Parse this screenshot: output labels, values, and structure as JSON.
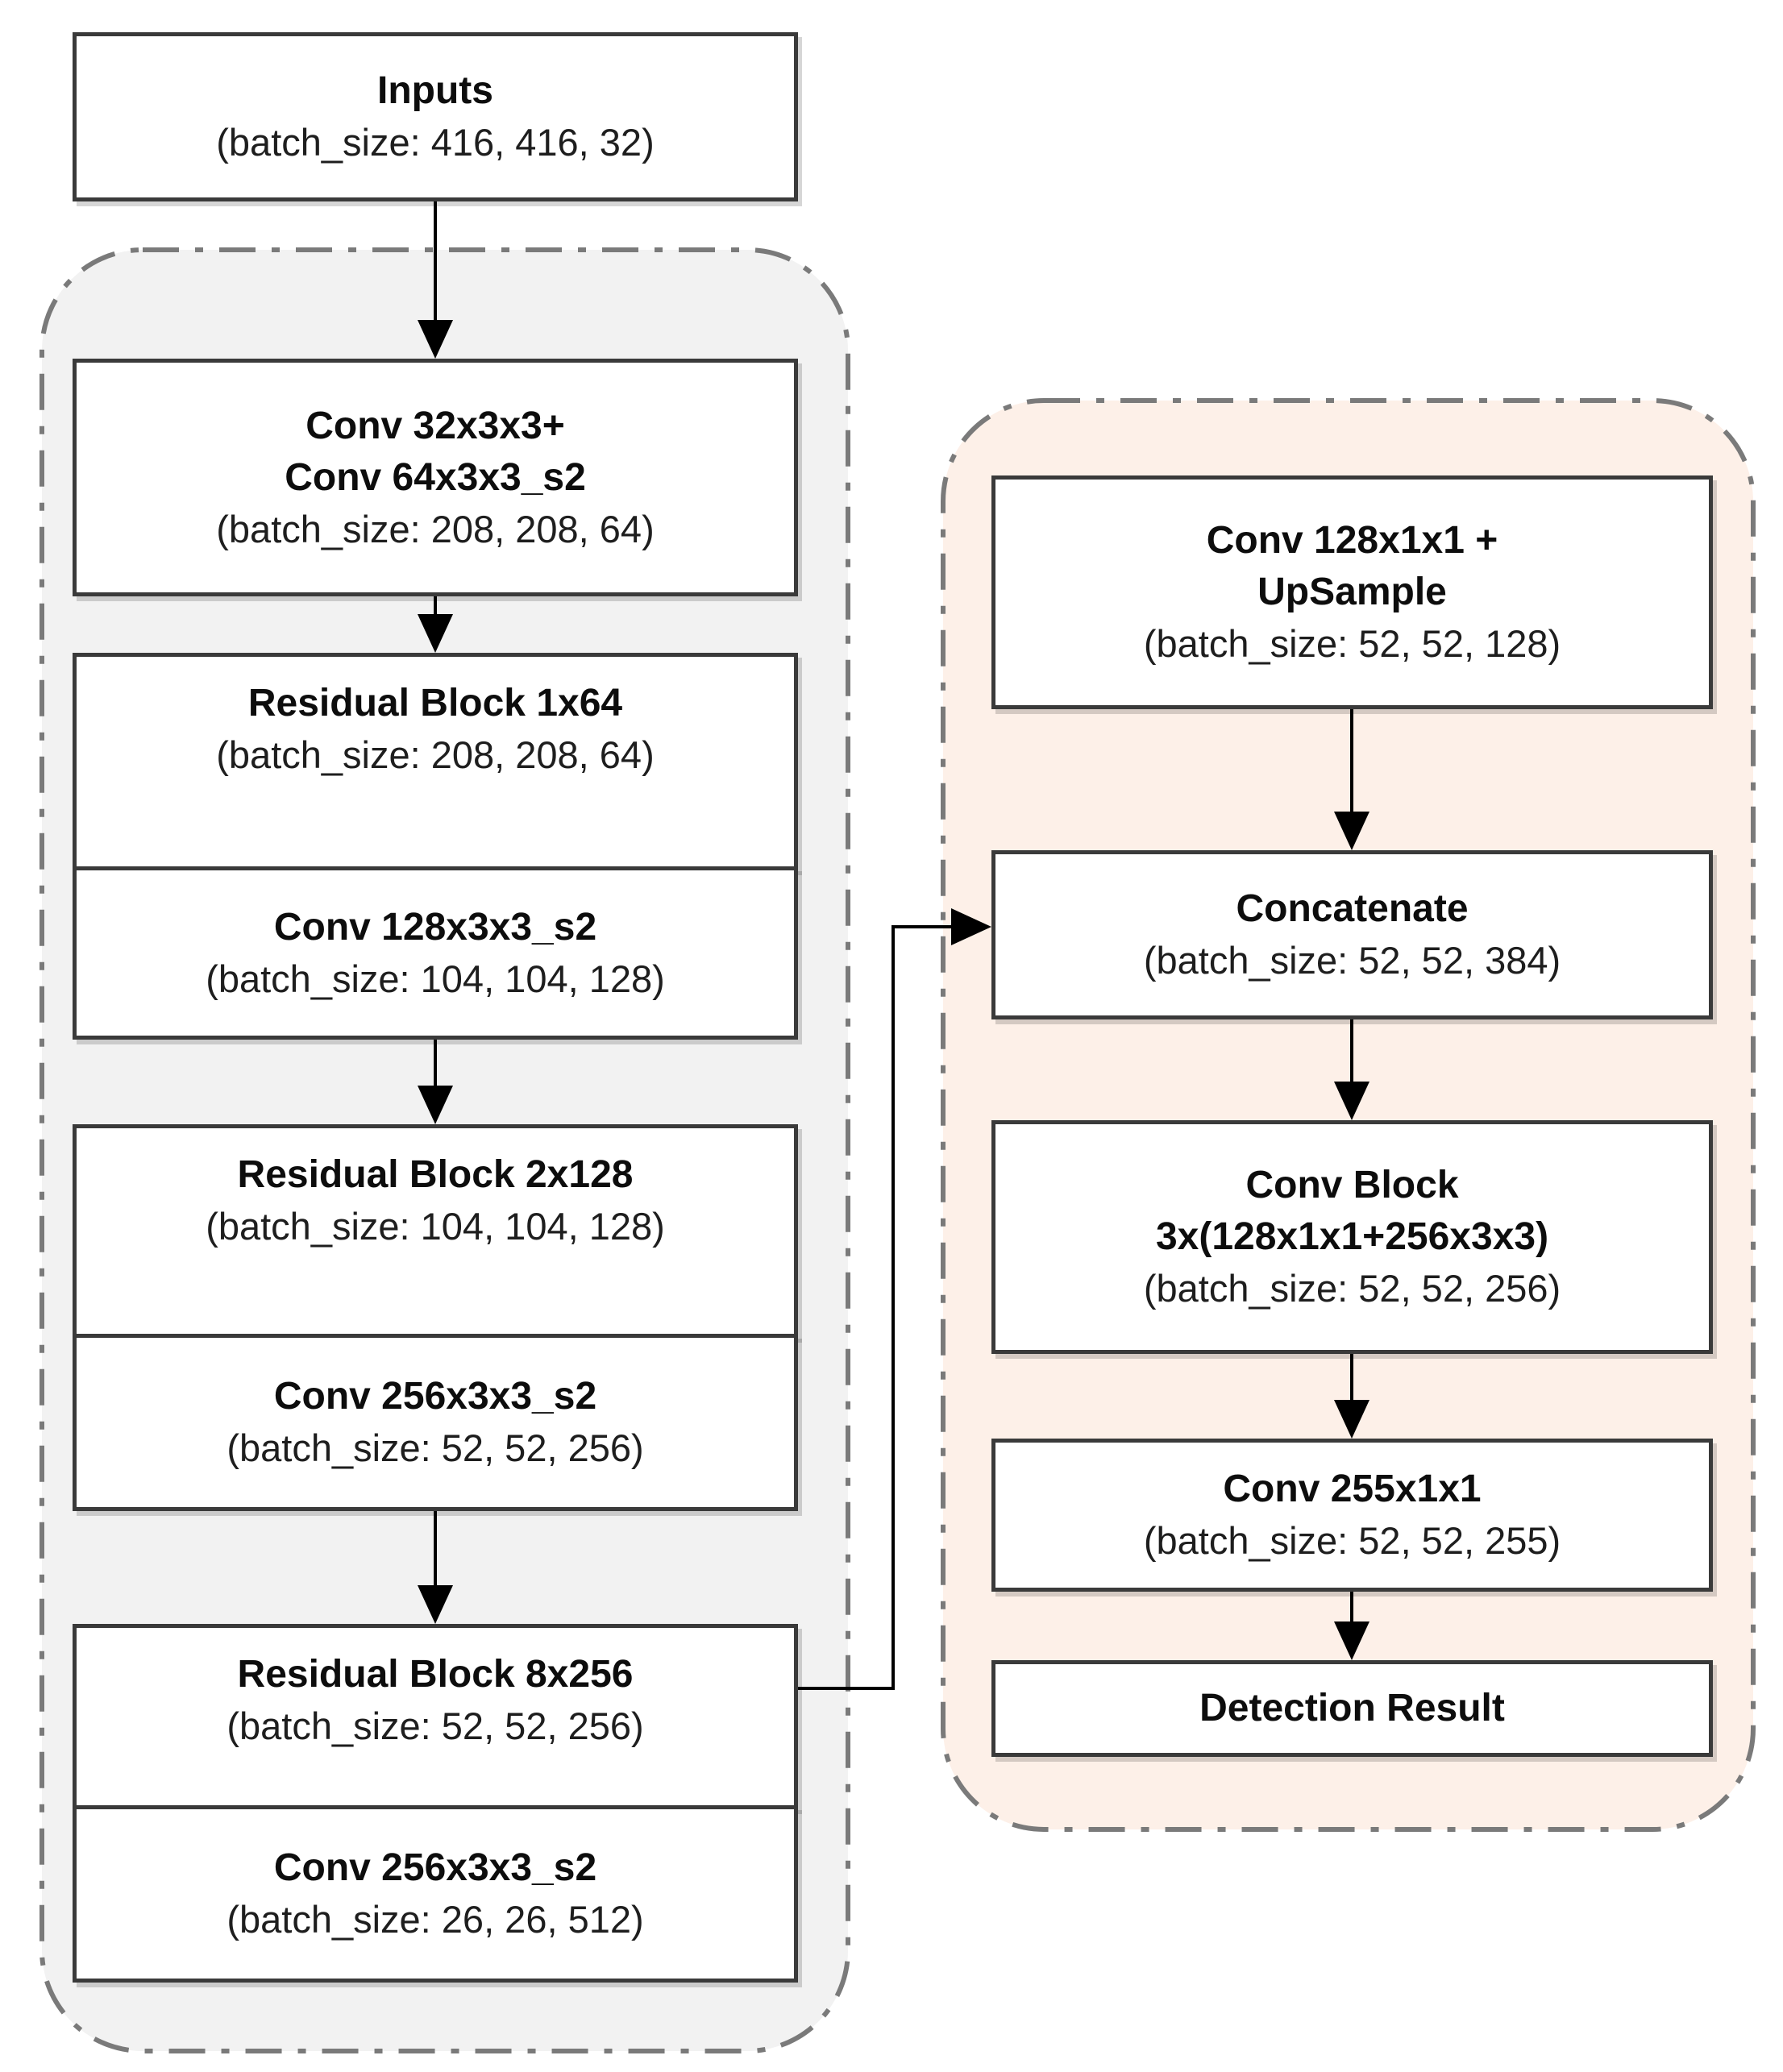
{
  "colors": {
    "page_bg": "#ffffff",
    "backbone_fill": "#f2f2f2",
    "head_fill": "#fdf0e8",
    "container_stroke": "#7a7a7a",
    "box_border": "#3a3a3a",
    "arrow": "#000000",
    "text": "#0d0d0d"
  },
  "nodes": {
    "inputs": {
      "title": "Inputs",
      "shape": "(batch_size: 416, 416, 32)"
    },
    "conv_s1": {
      "title": "Conv 32x3x3+",
      "title2": "Conv 64x3x3_s2",
      "shape": "(batch_size: 208, 208, 64)"
    },
    "res_1": {
      "title": "Residual Block 1x64",
      "shape": "(batch_size: 208, 208, 64)"
    },
    "conv_s2": {
      "title": "Conv 128x3x3_s2",
      "shape": "(batch_size: 104, 104, 128)"
    },
    "res_2": {
      "title": "Residual Block 2x128",
      "shape": "(batch_size: 104, 104, 128)"
    },
    "conv_s3": {
      "title": "Conv 256x3x3_s2",
      "shape": "(batch_size: 52, 52, 256)"
    },
    "res_3": {
      "title": "Residual Block 8x256",
      "shape": "(batch_size: 52, 52, 256)"
    },
    "conv_s4": {
      "title": "Conv 256x3x3_s2",
      "shape": "(batch_size: 26, 26, 512)"
    },
    "upsample": {
      "title": "Conv 128x1x1 +",
      "title2": "UpSample",
      "shape": "(batch_size: 52, 52, 128)"
    },
    "concat": {
      "title": "Concatenate",
      "shape": "(batch_size: 52, 52, 384)"
    },
    "conv_block": {
      "title": "Conv Block",
      "title2": "3x(128x1x1+256x3x3)",
      "shape": "(batch_size: 52, 52, 256)"
    },
    "conv_out": {
      "title": "Conv 255x1x1",
      "shape": "(batch_size: 52, 52, 255)"
    },
    "detection": {
      "title": "Detection Result"
    }
  }
}
